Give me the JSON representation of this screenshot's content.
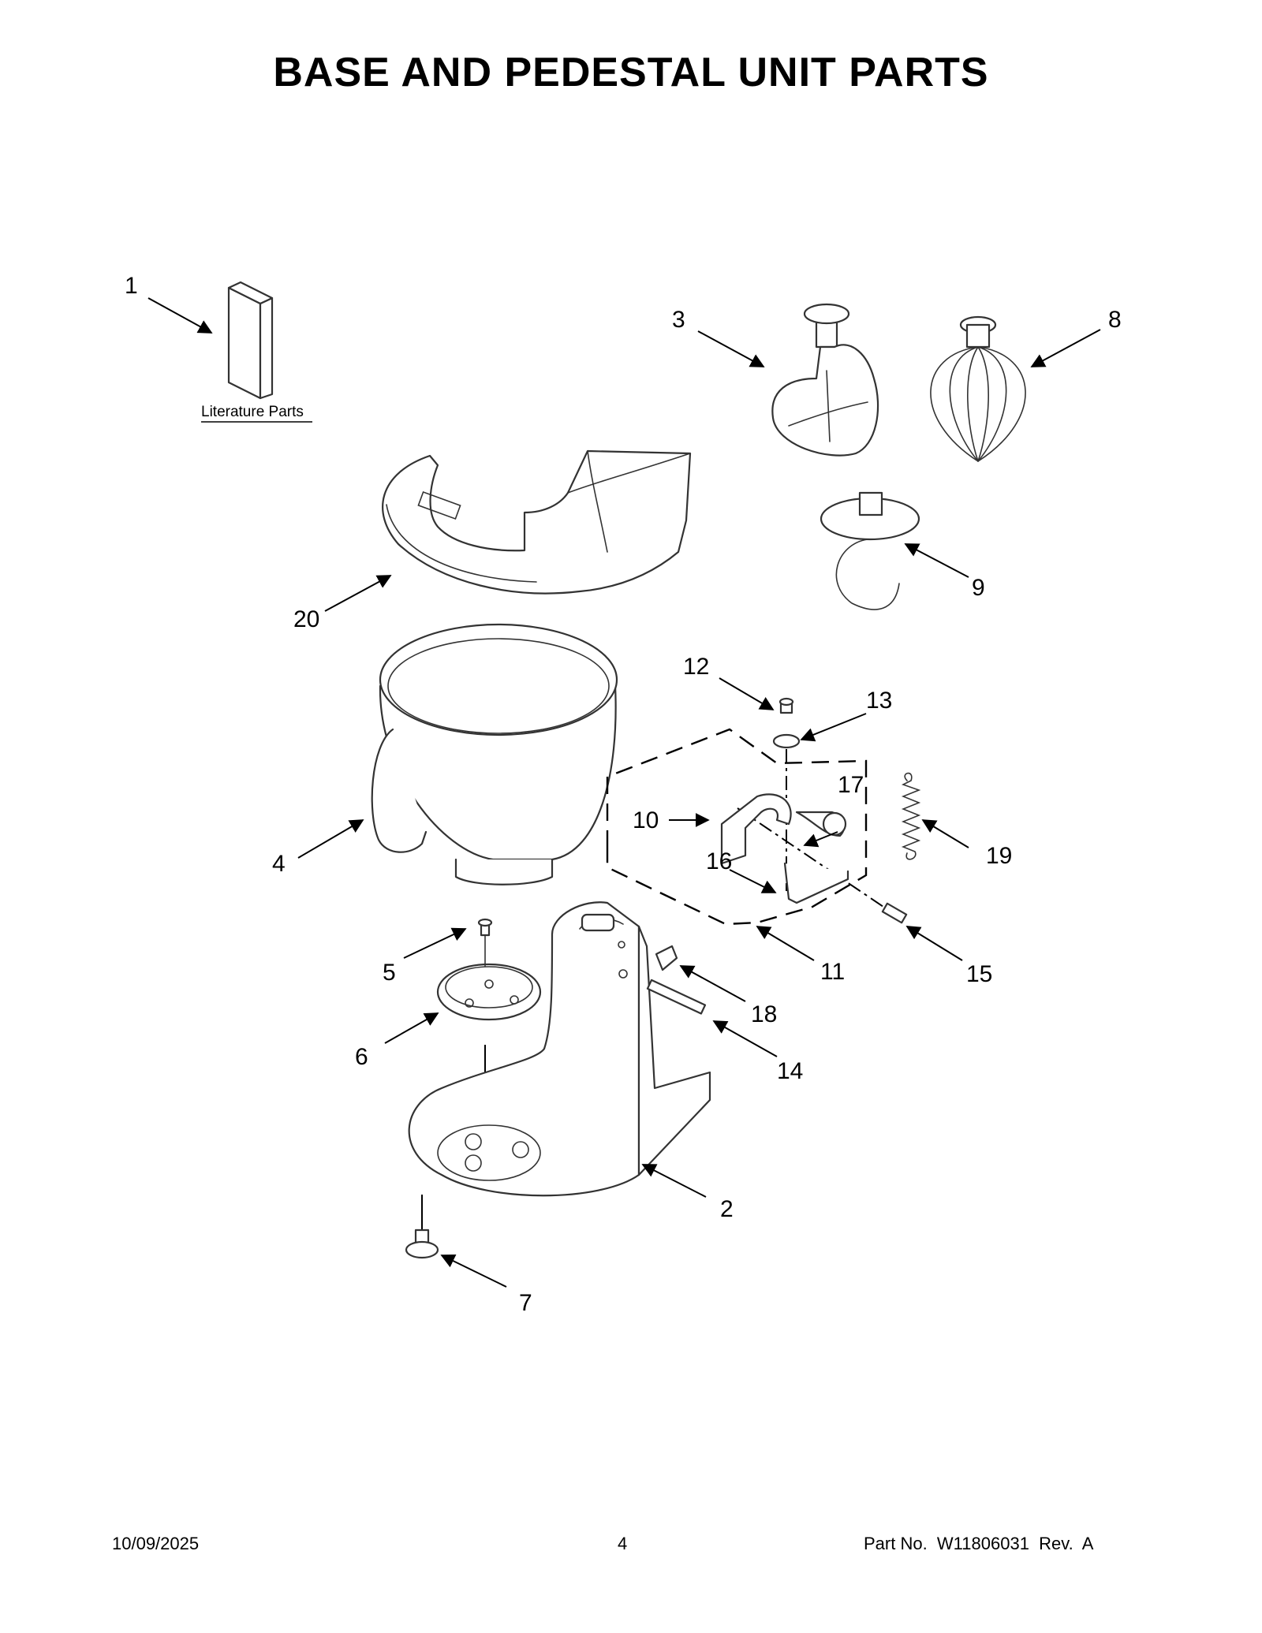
{
  "title": "BASE AND PEDESTAL UNIT PARTS",
  "literature_label": "Literature Parts",
  "callouts": [
    "1",
    "2",
    "3",
    "4",
    "5",
    "6",
    "7",
    "8",
    "9",
    "10",
    "11",
    "12",
    "13",
    "14",
    "15",
    "16",
    "17",
    "18",
    "19",
    "20"
  ],
  "footer": {
    "date": "10/09/2025",
    "page": "4",
    "part_no": "Part No.  W11806031  Rev.  A"
  }
}
